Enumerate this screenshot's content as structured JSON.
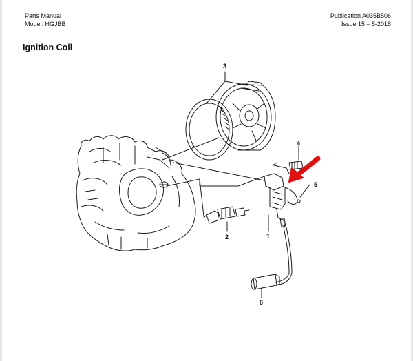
{
  "header": {
    "doc_type": "Parts Manual",
    "model": "Model: HGJBB",
    "publication": "Publication A035B506",
    "issue": "Issue 15 – 5-2018"
  },
  "page_title": "Ignition Coil",
  "callouts": {
    "c1": "1",
    "c2": "2",
    "c3": "3",
    "c4": "4",
    "c5": "5",
    "c6": "6"
  },
  "colors": {
    "highlight_arrow": "#e01010",
    "line_art": "#1a1a1a"
  }
}
